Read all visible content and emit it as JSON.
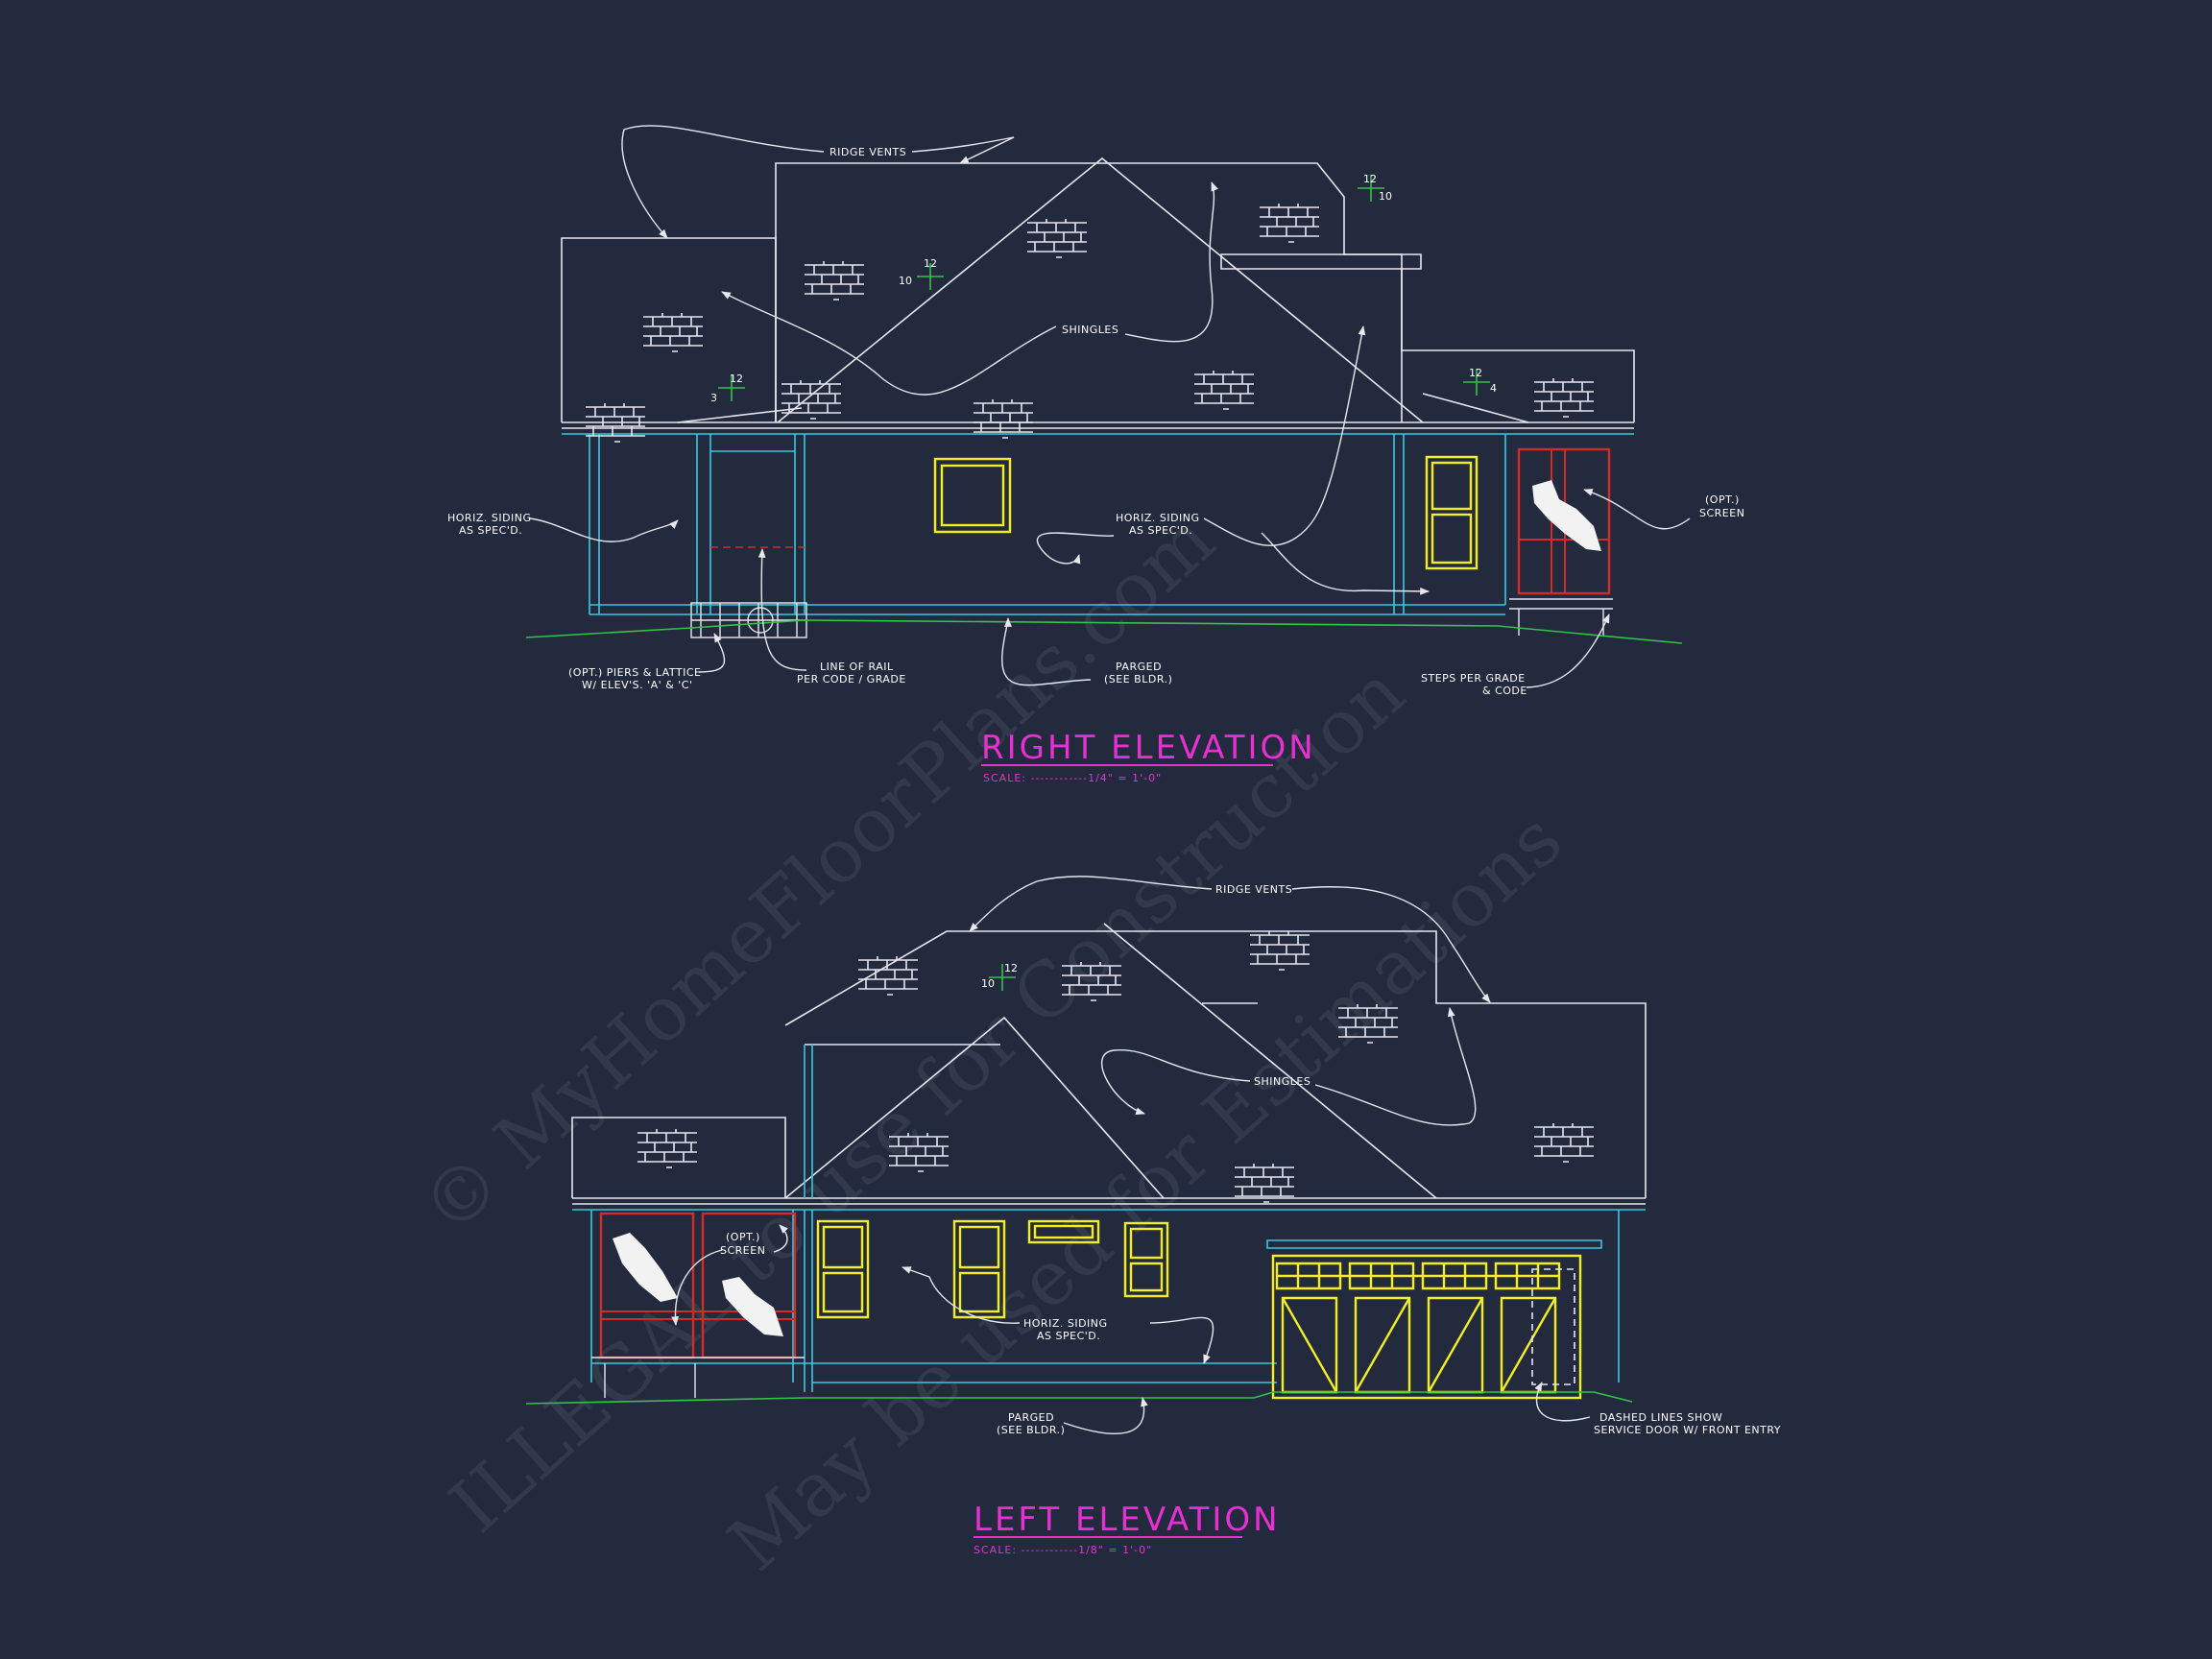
{
  "colors": {
    "background": "#232a3d",
    "linework": "#e6e8ee",
    "wall": "#38c8e0",
    "window": "#f2ee22",
    "screen": "#d42a2a",
    "grade": "#33c24a",
    "title": "#e830d2",
    "pitch": "#33c24a"
  },
  "watermark": {
    "line1": "© MyHomeFloorPlans.com",
    "line2": "ILLEGAL to use for Construction",
    "line3": "May be used for Estimations"
  },
  "right_elevation": {
    "title": "RIGHT ELEVATION",
    "scale": "SCALE: ------------1/4\" = 1'-0\"",
    "notes": {
      "ridge_vents": "RIDGE VENTS",
      "shingles": "SHINGLES",
      "siding_left_1": "HORIZ. SIDING",
      "siding_left_2": "AS SPEC'D.",
      "siding_mid_1": "HORIZ. SIDING",
      "siding_mid_2": "AS SPEC'D.",
      "screen_1": "(OPT.)",
      "screen_2": "SCREEN",
      "piers_1": "(OPT.) PIERS & LATTICE",
      "piers_2": "W/ ELEV'S. 'A' & 'C'",
      "rail_1": "LINE OF RAIL",
      "rail_2": "PER CODE / GRADE",
      "parged_1": "PARGED",
      "parged_2": "(SEE BLDR.)",
      "steps_1": "STEPS PER GRADE",
      "steps_2": "& CODE"
    },
    "pitches": [
      {
        "rise": "12",
        "run": "10"
      },
      {
        "rise": "12",
        "run": "10"
      },
      {
        "rise": "12",
        "run": "3"
      },
      {
        "rise": "12",
        "run": "4"
      }
    ]
  },
  "left_elevation": {
    "title": "LEFT ELEVATION",
    "scale": "SCALE: ------------1/8\" = 1'-0\"",
    "notes": {
      "ridge_vents": "RIDGE VENTS",
      "shingles": "SHINGLES",
      "screen_1": "(OPT.)",
      "screen_2": "SCREEN",
      "siding_1": "HORIZ. SIDING",
      "siding_2": "AS SPEC'D.",
      "parged_1": "PARGED",
      "parged_2": "(SEE BLDR.)",
      "dashed_1": "DASHED LINES SHOW",
      "dashed_2": "SERVICE DOOR W/ FRONT ENTRY"
    },
    "pitches": [
      {
        "rise": "12",
        "run": "10"
      }
    ]
  }
}
